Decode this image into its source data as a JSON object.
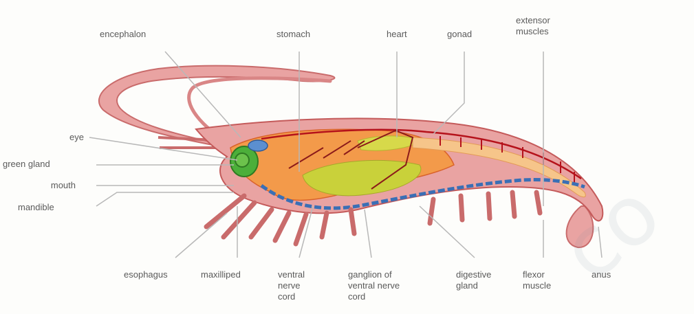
{
  "diagram": {
    "labels": {
      "encephalon": "encephalon",
      "stomach": "stomach",
      "heart": "heart",
      "gonad": "gonad",
      "extensor_muscles": [
        "extensor",
        "muscles"
      ],
      "eye": "eye",
      "green_gland": "green gland",
      "mouth": "mouth",
      "mandible": "mandible",
      "esophagus": "esophagus",
      "maxilliped": "maxilliped",
      "ventral_nerve_cord": [
        "ventral",
        "nerve",
        "cord"
      ],
      "ganglion_of_ventral_nerve_cord": [
        "ganglion of",
        "ventral nerve",
        "cord"
      ],
      "digestive_gland": [
        "digestive",
        "gland"
      ],
      "flexor_muscle": [
        "flexor",
        "muscle"
      ],
      "anus": "anus"
    },
    "watermark": "co",
    "colors": {
      "body": "#e9a3a2",
      "body_dark": "#c45a5a",
      "orange_tissue": "#f39a4a",
      "yellow_green": "#c9d13a",
      "nerve_blue": "#3a6fb5",
      "green_gland": "#4caf3a",
      "artery_red": "#b5121b",
      "leader_line": "#b8b8b8"
    }
  }
}
